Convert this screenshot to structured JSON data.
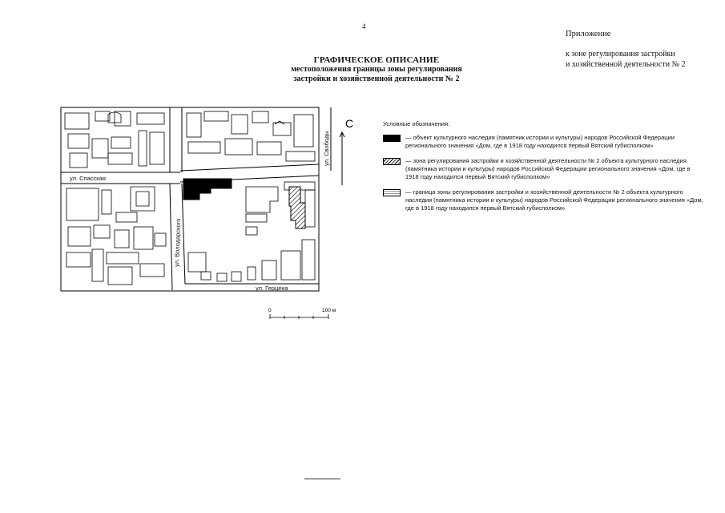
{
  "page_number": "4",
  "appendix": {
    "title": "Приложение",
    "subtitle_line1": "к зоне регулирования застройки",
    "subtitle_line2": "и хозяйственной деятельности № 2"
  },
  "title": {
    "main": "ГРАФИЧЕСКОЕ ОПИСАНИЕ",
    "line2": "местоположения границы зоны регулирования",
    "line3": "застройки и хозяйственной деятельности № 2"
  },
  "map": {
    "streets": {
      "spasskaya": "ул. Спасская",
      "svobody": "ул. Свободы",
      "volodarskogo": "ул. Володарского",
      "gertsena": "ул. Герцена"
    },
    "north_label": "С"
  },
  "legend": {
    "title": "Условные обозначения:",
    "items": [
      "— объект культурного наследия (памятник истории и культуры) народов Российской Федерации регионального значения «Дом, где в 1918 году находился первый Вятский губисполком»",
      "— зона регулирования застройки и хозяйственной деятельности № 2 объекта культурного наследия (памятника истории и культуры) народов Российской Федерации регионального значения «Дом, где в 1918 году находился первый Вятский губисполком»",
      "— граница зоны регулирования застройки и хозяйственной деятельности № 2 объекта культурного наследия (памятника истории и культуры) народов Российской Федерации регионального значения «Дом, где в 1918 году находился первый Вятский губисполком»"
    ]
  },
  "scale": {
    "start": "0",
    "end": "100 м"
  }
}
